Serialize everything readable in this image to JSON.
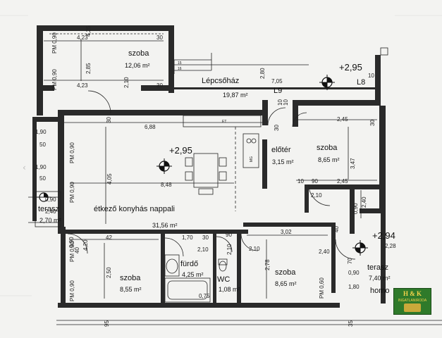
{
  "rooms": {
    "szoba_top": {
      "name": "szoba",
      "area": "12,06 m²"
    },
    "lepcsohaz": {
      "name": "Lépcsőház",
      "area": "19,87 m²"
    },
    "nappali": {
      "name": "étkező konyhás nappali",
      "area": "31,56 m²"
    },
    "eloter": {
      "name": "előtér",
      "area": "3,15 m²"
    },
    "szoba_right": {
      "name": "szoba",
      "area": "8,65 m²"
    },
    "terasz_left": {
      "name": "terasz",
      "area": "2,70 m²"
    },
    "szoba_bl": {
      "name": "szoba",
      "area": "8,55 m²"
    },
    "furdo": {
      "name": "fürdő",
      "area": "4,25 m²"
    },
    "wc": {
      "name": "WC",
      "area": "1,08 m²"
    },
    "szoba_bm": {
      "name": "szoba",
      "area": "8,65 m²"
    },
    "terasz_right": {
      "name": "terasz",
      "area": "7,40 m²"
    },
    "homo": "homo"
  },
  "levels": {
    "main": "+2,95",
    "stair": "+2,95",
    "terrace": "+2,94"
  },
  "stair_labels": {
    "l9": "L9",
    "l8": "L8",
    "s15": "15",
    "s16": "16"
  },
  "kitchen_tags": {
    "et": "ET",
    "mg": "MG"
  },
  "dims": {
    "d425a": "4,25",
    "d423a": "4,23",
    "d30a": "30",
    "d423b": "4,23",
    "d090a": "0,90",
    "d210a": "2,10",
    "d285": "2,85",
    "d280": "2,80",
    "d705": "7,05",
    "d30b": "30",
    "d10a": "10",
    "d30c": "30",
    "d688": "6,88",
    "d30d": "30",
    "d10b": "10",
    "d245a": "2,45",
    "d30e": "30",
    "d190": "1,90",
    "d50a": "50",
    "d190b": "1,90",
    "d50b": "50",
    "d405": "4,05",
    "d848": "8,48",
    "d347": "3,47",
    "d10c": "10",
    "d90a": "90",
    "d245b": "2,45",
    "d210b": "2,10",
    "d240a": "2,40",
    "d090b": "0,90",
    "d240b": "2,40",
    "d42": "42",
    "d170": "1,70",
    "d30f": "30",
    "d90b": "90",
    "d302": "3,02",
    "d075": "0,75",
    "d210c": "2,10",
    "d210d": "2,10",
    "d210e": "2,10",
    "d240c": "2,40",
    "d228": "2,28",
    "d250": "2,50",
    "d278": "2,78",
    "d090c": "0,90",
    "d180": "1,80",
    "d70": "70",
    "d40a": "40",
    "d40b": "40",
    "d10d": "10",
    "d95": "95",
    "d35": "35",
    "d420": "4,20",
    "d090d": "0,90",
    "d270": "2,70"
  },
  "window_marks": {
    "pm_top": "PM 0,90",
    "pm_left1": "PM 0,90",
    "pm_left2": "PM 0,90",
    "pm_left3": "PM 0,90",
    "pm_left4": "PM 0,90",
    "pm_bottom": "PM 0,60",
    "pm_top2": "PM 0,90"
  },
  "logo": {
    "top": "H & K",
    "bottom": "INGATLANIRODA"
  },
  "colors": {
    "line": "#111111",
    "paper": "#f3f3f1",
    "logo_bg": "#2f7a2a",
    "logo_text": "#f3d34a"
  }
}
